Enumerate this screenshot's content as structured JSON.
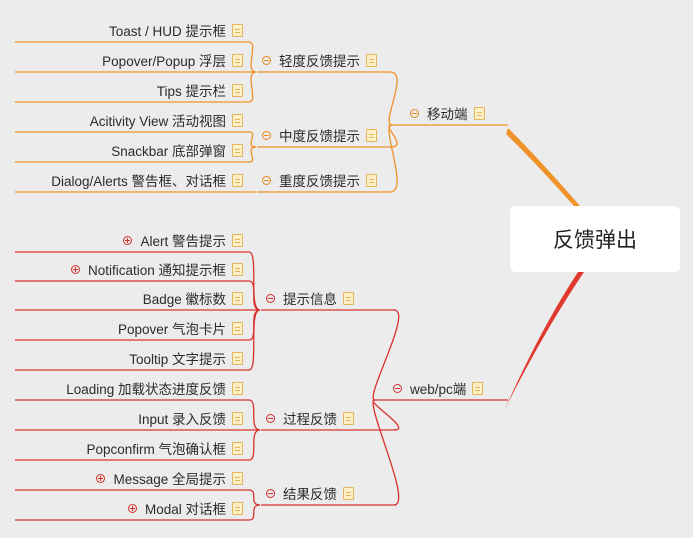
{
  "root": {
    "label": "反馈弹出"
  },
  "branches": [
    {
      "label": "移动端",
      "color": "#f0922a",
      "groups": [
        {
          "label": "轻度反馈提示",
          "items": [
            {
              "label": "Toast / HUD 提示框"
            },
            {
              "label": "Popover/Popup 浮层"
            },
            {
              "label": "Tips 提示栏"
            }
          ]
        },
        {
          "label": "中度反馈提示",
          "items": [
            {
              "label": "Acitivity View 活动视图"
            },
            {
              "label": "Snackbar 底部弹窗"
            }
          ]
        },
        {
          "label": "重度反馈提示",
          "items": [
            {
              "label": "Dialog/Alerts 警告框、对话框"
            }
          ]
        }
      ]
    },
    {
      "label": "web/pc端",
      "color": "#d9322e",
      "groups": [
        {
          "label": "提示信息",
          "items": [
            {
              "label": "Alert 警告提示",
              "collapsed": true
            },
            {
              "label": "Notification 通知提示框",
              "collapsed": true
            },
            {
              "label": "Badge 徽标数"
            },
            {
              "label": "Popover 气泡卡片"
            },
            {
              "label": "Tooltip 文字提示"
            }
          ]
        },
        {
          "label": "过程反馈",
          "items": [
            {
              "label": "Loading 加载状态进度反馈"
            },
            {
              "label": "Input 录入反馈"
            },
            {
              "label": "Popconfirm 气泡确认框"
            }
          ]
        },
        {
          "label": "结果反馈",
          "items": [
            {
              "label": "Message 全局提示",
              "collapsed": true
            },
            {
              "label": "Modal 对话框",
              "collapsed": true
            }
          ]
        }
      ]
    }
  ]
}
